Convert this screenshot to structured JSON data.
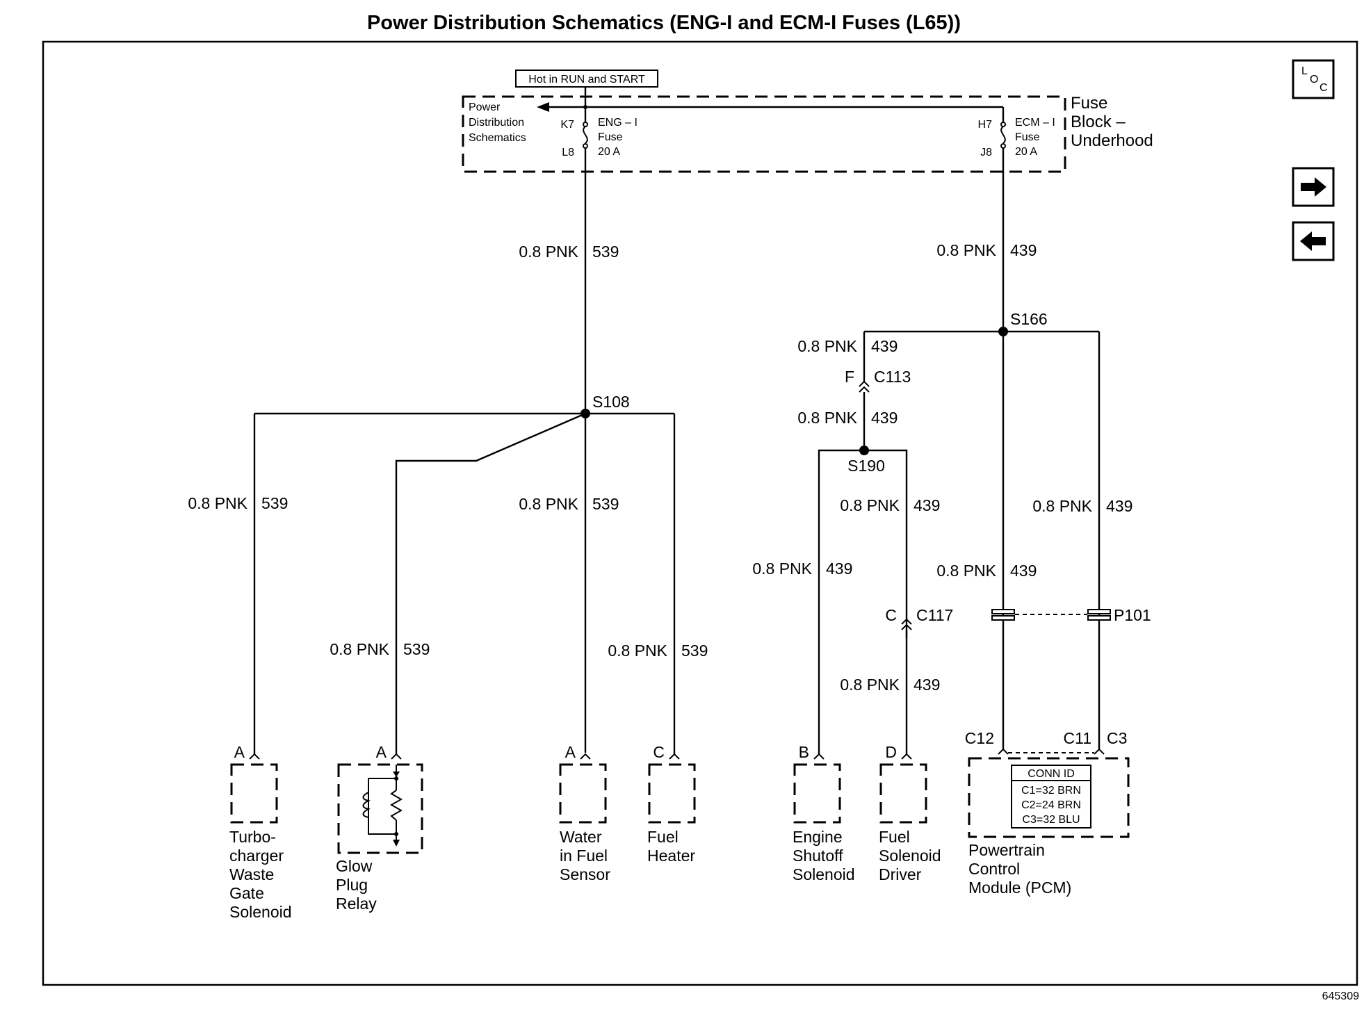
{
  "title": "Power Distribution Schematics (ENG-I and ECM-I Fuses (L65))",
  "hot_label": "Hot in RUN and START",
  "fuse_block": {
    "ref_lines": [
      "Power",
      "Distribution",
      "Schematics"
    ],
    "name_lines": [
      "Fuse",
      "Block –",
      "Underhood"
    ],
    "eng_fuse": {
      "top_pin": "K7",
      "bottom_pin": "L8",
      "lines": [
        "ENG – I",
        "Fuse",
        "20 A"
      ]
    },
    "ecm_fuse": {
      "top_pin": "H7",
      "bottom_pin": "J8",
      "lines": [
        "ECM – I",
        "Fuse",
        "20 A"
      ]
    }
  },
  "wire_size_color": "0.8 PNK",
  "circuits": {
    "eng": "539",
    "ecm": "439"
  },
  "splices": {
    "s108": "S108",
    "s166": "S166",
    "s190": "S190"
  },
  "connectors": {
    "c113": {
      "pin": "F",
      "name": "C113"
    },
    "c117": {
      "pin": "C",
      "name": "C117"
    },
    "p101": "P101"
  },
  "components": {
    "turbo": {
      "pin": "A",
      "lines": [
        "Turbo-",
        "charger",
        "Waste",
        "Gate",
        "Solenoid"
      ]
    },
    "glow": {
      "pin": "A",
      "lines": [
        "Glow",
        "Plug",
        "Relay"
      ]
    },
    "water": {
      "pin": "A",
      "lines": [
        "Water",
        "in Fuel",
        "Sensor"
      ]
    },
    "heater": {
      "pin": "C",
      "lines": [
        "Fuel",
        "Heater"
      ]
    },
    "shutoff": {
      "pin": "B",
      "lines": [
        "Engine",
        "Shutoff",
        "Solenoid"
      ]
    },
    "driver": {
      "pin": "D",
      "lines": [
        "Fuel",
        "Solenoid",
        "Driver"
      ]
    },
    "pcm": {
      "pins": [
        "C12",
        "C11",
        "C3"
      ],
      "conn_id_title": "CONN ID",
      "conn_id_rows": [
        "C1=32 BRN",
        "C2=24 BRN",
        "C3=32 BLU"
      ],
      "lines": [
        "Powertrain",
        "Control",
        "Module (PCM)"
      ]
    }
  },
  "nav": {
    "loc_main": "L",
    "loc_o": "O",
    "loc_c": "C",
    "next_icon": "arrow-right-icon",
    "prev_icon": "arrow-left-icon"
  },
  "figure_number": "645309"
}
